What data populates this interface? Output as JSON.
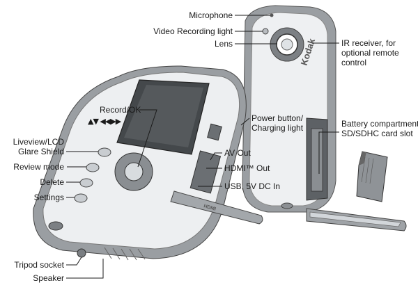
{
  "brand": "Kodak",
  "hdmi_logo": "HDMI",
  "colors": {
    "body_gray": "#9a9ea2",
    "body_light": "#e8eaec",
    "screen": "#404447",
    "text": "#1a1a1a",
    "leader": "#1a1a1a"
  },
  "labels": {
    "microphone": "Microphone",
    "video_recording_light": "Video Recording light",
    "lens": "Lens",
    "ir_receiver": "IR receiver, for\noptional remote\ncontrol",
    "record_ok": "Record/OK",
    "arrows": "▲▼ ◀◀▶▶",
    "liveview": "Liveview/LCD\nGlare Shield",
    "review_mode": "Review mode",
    "delete": "Delete",
    "settings": "Settings",
    "power_button": "Power button/\nCharging light",
    "battery": "Battery compartment,\nSD/SDHC card slot",
    "av_out": "AV Out",
    "hdmi_out": "HDMI™ Out",
    "usb": "USB, 5V DC In",
    "tripod": "Tripod socket",
    "speaker": "Speaker"
  }
}
